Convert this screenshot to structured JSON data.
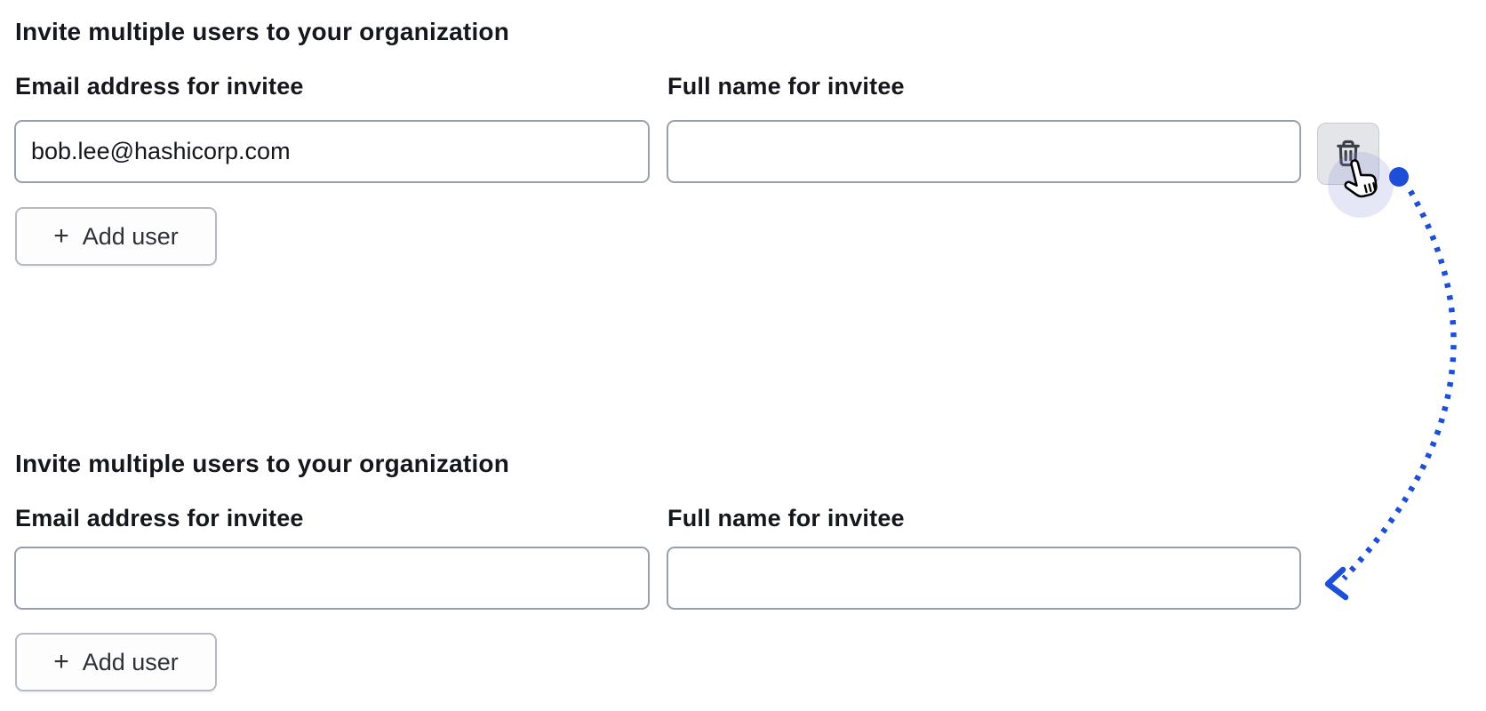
{
  "colors": {
    "accent_blue": "#1d4ed8",
    "text": "#15171c",
    "input_border": "#9aa0ab",
    "button_border": "#b6bac1",
    "trash_button_bg": "#e4e5e9"
  },
  "icons": {
    "trash": "trash-icon",
    "plus": "plus-icon",
    "cursor": "pointer-cursor-icon",
    "arrow": "dotted-arrow-annotation"
  },
  "sections": [
    {
      "heading": "Invite multiple users to your organization",
      "email_label": "Email address for invitee",
      "name_label": "Full name for invitee",
      "email_value": "bob.lee@hashicorp.com",
      "name_value": "",
      "plus_glyph": "+",
      "add_user_label": "Add user"
    },
    {
      "heading": "Invite multiple users to your organization",
      "email_label": "Email address for invitee",
      "name_label": "Full name for invitee",
      "email_value": "",
      "name_value": "",
      "plus_glyph": "+",
      "add_user_label": "Add user"
    }
  ]
}
